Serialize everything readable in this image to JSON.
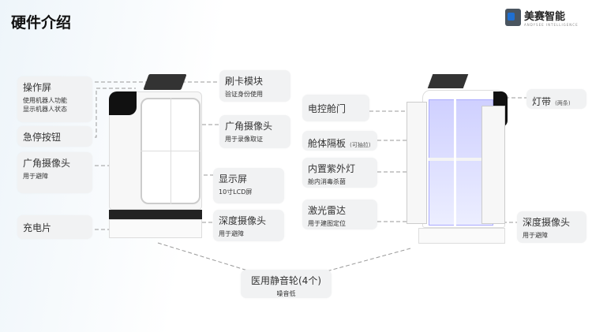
{
  "title": "硬件介绍",
  "logo": {
    "name": "美赛智能",
    "sub": "ANDYSEE INTELLIGENCE"
  },
  "left_labels": {
    "screen": {
      "title": "操作屏",
      "desc1": "使用机器人功能",
      "desc2": "显示机器人状态"
    },
    "estop": {
      "title": "急停按钮"
    },
    "wide_cam": {
      "title": "广角摄像头",
      "desc": "用于避障"
    },
    "charge": {
      "title": "充电片"
    }
  },
  "mid_labels": {
    "card": {
      "title": "刷卡模块",
      "desc": "验证身份使用"
    },
    "wide_cam": {
      "title": "广角摄像头",
      "desc": "用于录像取证"
    },
    "display": {
      "title": "显示屏",
      "desc": "10寸LCD屏"
    },
    "depth_cam": {
      "title": "深度摄像头",
      "desc": "用于避障"
    }
  },
  "right_labels": {
    "door": {
      "title": "电控舱门"
    },
    "divider": {
      "title": "舱体隔板",
      "note": "(可抽拉)"
    },
    "uv": {
      "title": "内置紫外灯",
      "desc": "舱内消毒杀菌"
    },
    "lidar": {
      "title": "激光雷达",
      "desc": "用于建图定位"
    },
    "lightstrip": {
      "title": "灯带",
      "note": "(两条)"
    },
    "depth_cam": {
      "title": "深度摄像头",
      "desc": "用于避障"
    }
  },
  "wheels": {
    "title": "医用静音轮(4个)",
    "desc": "噪音低"
  }
}
